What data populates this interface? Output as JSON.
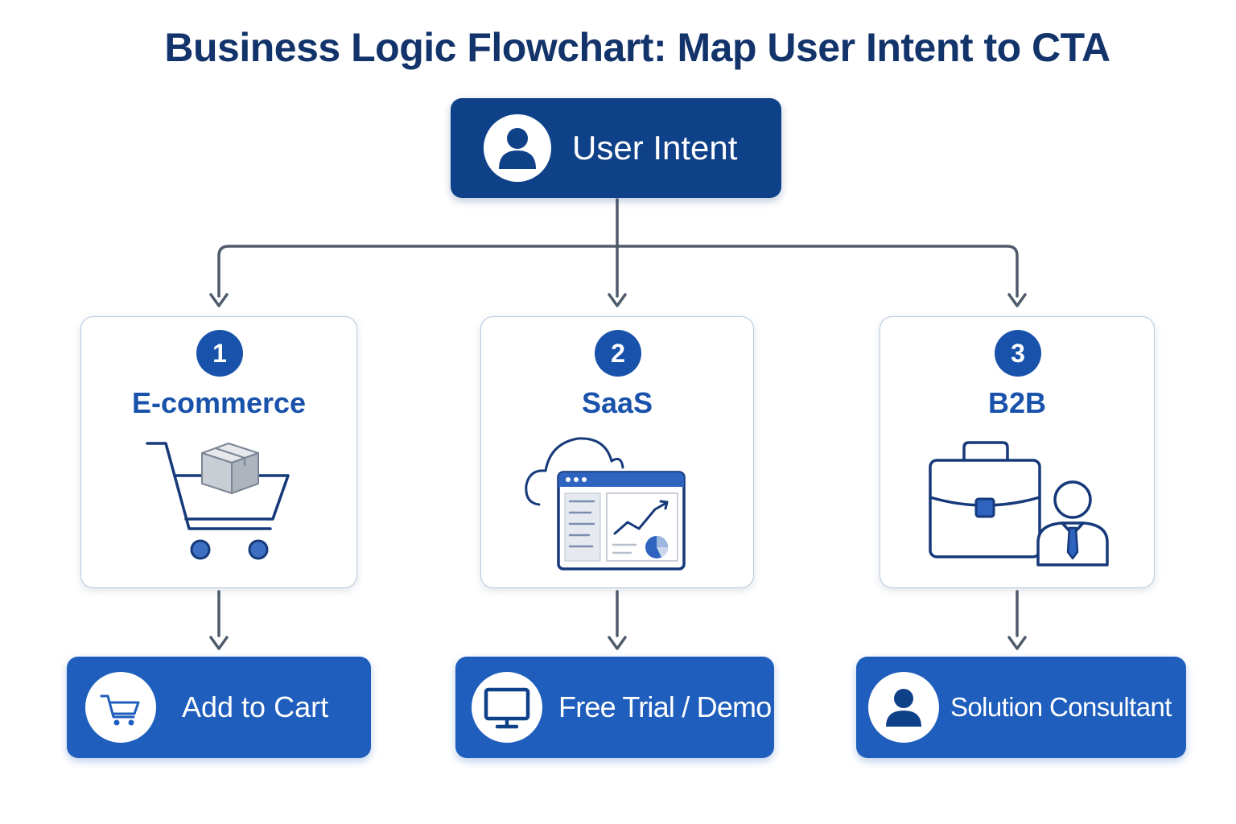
{
  "title": "Business Logic Flowchart: Map User Intent to CTA",
  "root": {
    "label": "User Intent",
    "icon": "user-icon"
  },
  "branches": [
    {
      "number": "1",
      "label": "E-commerce",
      "illustration": "shopping-cart-icon",
      "cta": {
        "label": "Add to Cart",
        "icon": "cart-icon"
      }
    },
    {
      "number": "2",
      "label": "SaaS",
      "illustration": "cloud-dashboard-icon",
      "cta": {
        "label": "Free Trial / Demo",
        "icon": "monitor-icon"
      }
    },
    {
      "number": "3",
      "label": "B2B",
      "illustration": "briefcase-person-icon",
      "cta": {
        "label": "Solution Consultant",
        "icon": "user-icon"
      }
    }
  ],
  "colors": {
    "title": "#13336b",
    "root_fill": "#0f4189",
    "accent": "#1852ab",
    "cta_fill": "#1f5ebc",
    "connector": "#4f5b6b",
    "card_border": "#b8c8de"
  }
}
